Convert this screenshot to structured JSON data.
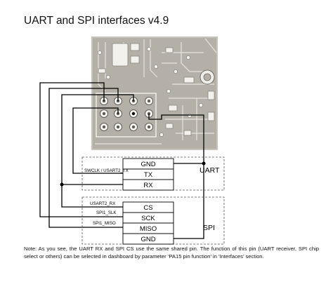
{
  "title": "UART and SPI interfaces v4.9",
  "uart_group": {
    "label": "UART",
    "pins": [
      "GND",
      "TX",
      "RX"
    ],
    "side_label": "SWCLK / USART2_TX"
  },
  "spi_group": {
    "label": "SPI",
    "pins": [
      "CS",
      "SCK",
      "MISO",
      "GND"
    ],
    "side_labels": [
      "USART2_RX",
      "SPI1_SLK",
      "SPI1_MISO"
    ]
  },
  "note": "Note: As you see, the UART RX and SPI CS use the same shared pin. The function of this pin (UART receiver, SPI chip select or others) can be selected in dashboard by parameter ‘PA15 pin function’ in ‘Interfaces’ section.",
  "colors": {
    "pcb": "#b4b0a7",
    "trace": "#000000",
    "dashed_box": "#555555"
  }
}
